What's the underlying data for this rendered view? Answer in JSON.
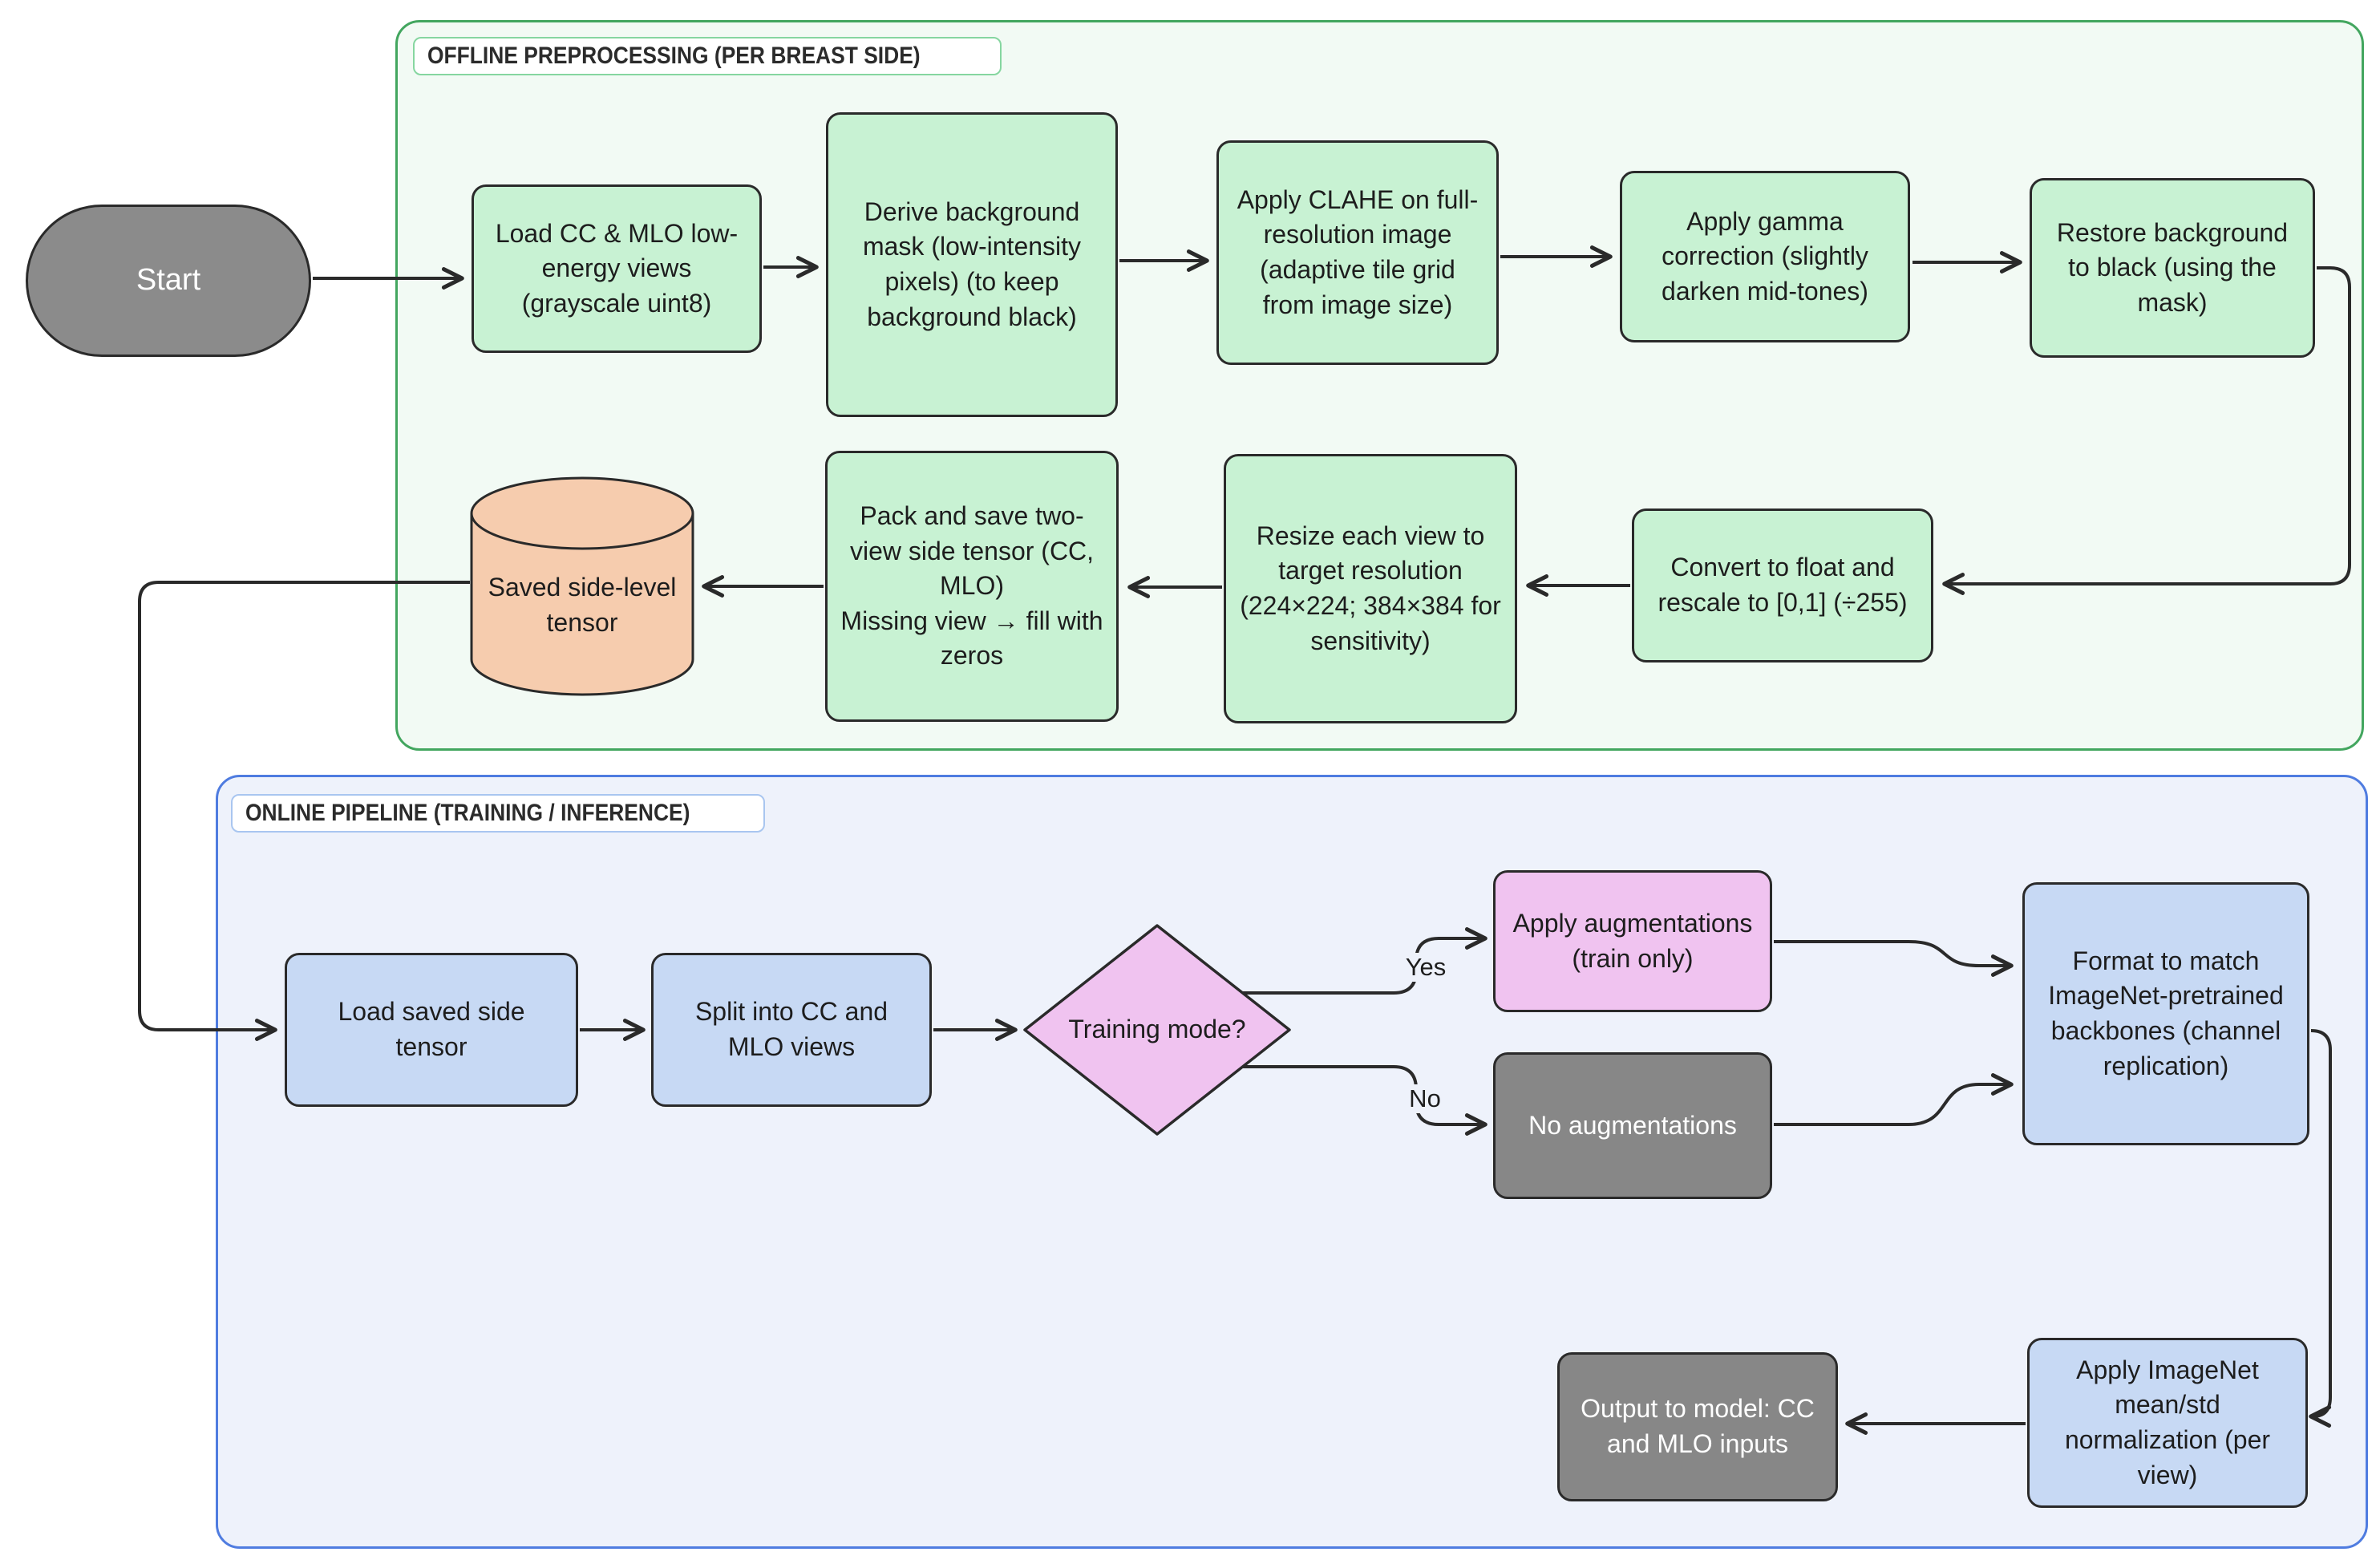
{
  "containers": {
    "offline": {
      "label": "OFFLINE PREPROCESSING (PER BREAST SIDE)"
    },
    "online": {
      "label": "ONLINE PIPELINE (TRAINING / INFERENCE)"
    }
  },
  "nodes": {
    "start": {
      "label": "Start"
    },
    "load_views": {
      "label": "Load CC & MLO low-energy views (grayscale uint8)"
    },
    "derive_mask": {
      "label": "Derive background mask (low-intensity pixels) (to keep background black)"
    },
    "apply_clahe": {
      "label": "Apply CLAHE on full-resolution image (adaptive tile grid from image size)"
    },
    "gamma": {
      "label": "Apply gamma correction (slightly darken mid-tones)"
    },
    "restore_bg": {
      "label": "Restore background to black (using the mask)"
    },
    "convert_float": {
      "label": "Convert to float and rescale to [0,1] (÷255)"
    },
    "resize": {
      "label": "Resize each view to target resolution (224×224; 384×384 for sensitivity)"
    },
    "pack_save": {
      "label": "Pack and save two-view side tensor (CC, MLO)\nMissing view → fill with zeros"
    },
    "saved_tensor": {
      "label": "Saved side-level tensor"
    },
    "load_tensor": {
      "label": "Load saved side tensor"
    },
    "split_views": {
      "label": "Split into CC and MLO views"
    },
    "training_mode": {
      "label": "Training mode?"
    },
    "apply_aug": {
      "label": "Apply augmentations (train only)"
    },
    "no_aug": {
      "label": "No augmentations"
    },
    "format_backbone": {
      "label": "Format to match ImageNet-pretrained backbones (channel replication)"
    },
    "normalize": {
      "label": "Apply ImageNet mean/std normalization (per view)"
    },
    "output": {
      "label": "Output to model: CC and MLO inputs"
    }
  },
  "edge_labels": {
    "yes": "Yes",
    "no": "No"
  },
  "colors": {
    "green_node": "#c8f2d3",
    "offline_border": "#43a65f",
    "offline_bg": "#f2faf4",
    "blue_node": "#c7d9f4",
    "online_border": "#4f7ce0",
    "online_bg": "#eef2fb",
    "pink_node": "#f0c3f0",
    "gray_node": "#878787",
    "cylinder_node": "#f6ccae",
    "node_border": "#2a2a2a",
    "edge_line": "#2a2a2a"
  }
}
